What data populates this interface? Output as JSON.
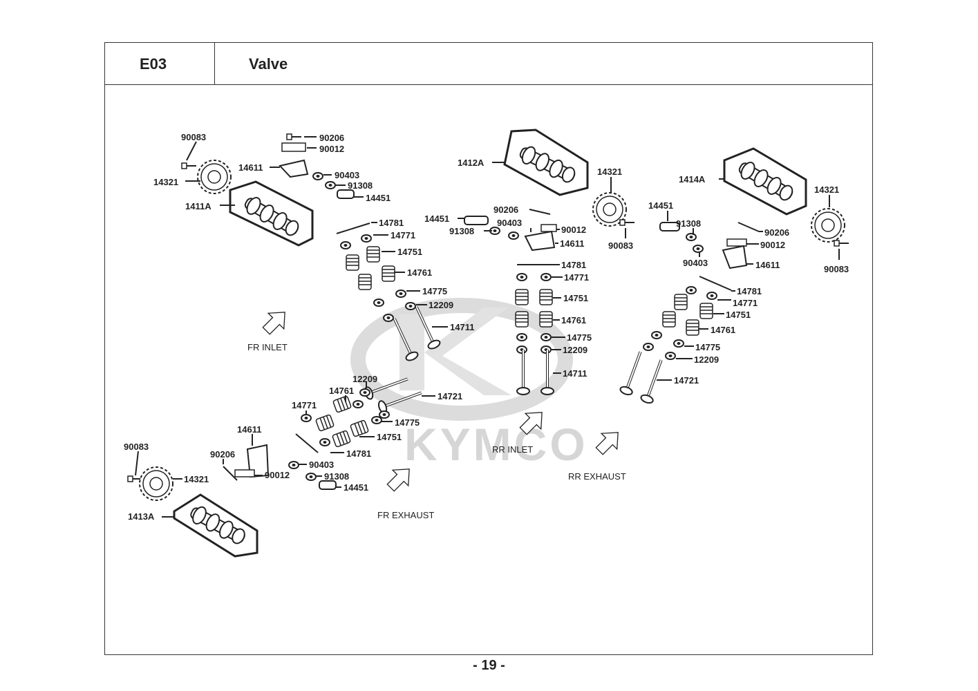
{
  "header": {
    "section_code": "E03",
    "section_title": "Valve"
  },
  "page": {
    "number": "- 19 -"
  },
  "watermark": {
    "brand": "KYMCO",
    "color": "#d6d6d6"
  },
  "zones": {
    "fr_inlet": "FR  INLET",
    "fr_exhaust": "FR EXHAUST",
    "rr_inlet": "RR  INLET",
    "rr_exhaust": "RR EXHAUST"
  },
  "labels": {
    "g1_90083": "90083",
    "g1_14321": "14321",
    "g1_1411A": "1411A",
    "g1_90206": "90206",
    "g1_90012": "90012",
    "g1_14611": "14611",
    "g1_90403": "90403",
    "g1_91308": "91308",
    "g1_14451": "14451",
    "g1_14781": "14781",
    "g1_14771": "14771",
    "g1_14751": "14751",
    "g1_14761": "14761",
    "g1_14775": "14775",
    "g1_12209": "12209",
    "g1_14711": "14711",
    "g2_1412A": "1412A",
    "g2_14321": "14321",
    "g2_90083": "90083",
    "g2_14451": "14451",
    "g2_91308": "91308",
    "g2_90206": "90206",
    "g2_90403": "90403",
    "g2_90012": "90012",
    "g2_14611": "14611",
    "g2_14781": "14781",
    "g2_14771": "14771",
    "g2_14751": "14751",
    "g2_14761": "14761",
    "g2_14775": "14775",
    "g2_12209": "12209",
    "g2_14711": "14711",
    "g3_1414A": "1414A",
    "g3_14321": "14321",
    "g3_90083": "90083",
    "g3_14451": "14451",
    "g3_91308": "91308",
    "g3_90206": "90206",
    "g3_90012": "90012",
    "g3_90403": "90403",
    "g3_14611": "14611",
    "g3_14781": "14781",
    "g3_14771": "14771",
    "g3_14751": "14751",
    "g3_14761": "14761",
    "g3_14775": "14775",
    "g3_12209": "12209",
    "g3_14721": "14721",
    "g4_12209": "12209",
    "g4_14761": "14761",
    "g4_14721": "14721",
    "g4_14771": "14771",
    "g4_14775": "14775",
    "g4_14751": "14751",
    "g4_14781": "14781",
    "g4_14611": "14611",
    "g4_90206": "90206",
    "g4_90012": "90012",
    "g4_90403": "90403",
    "g4_91308": "91308",
    "g4_14451": "14451",
    "g4_90083": "90083",
    "g4_14321": "14321",
    "g4_1413A": "1413A"
  }
}
